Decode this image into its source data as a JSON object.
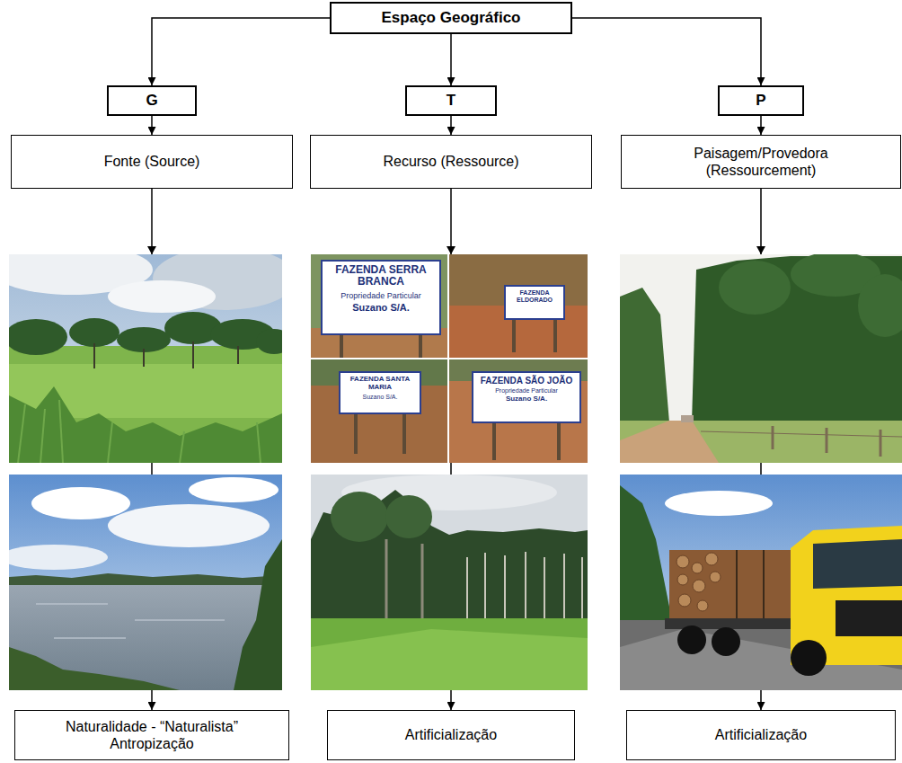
{
  "diagram": {
    "nodes": [
      {
        "text": [
          "Espaço Geográfico"
        ]
      },
      {
        "text": [
          "G"
        ]
      },
      {
        "text": [
          "T"
        ]
      },
      {
        "text": [
          "P"
        ]
      },
      {
        "text": [
          "Fonte (Source)"
        ]
      },
      {
        "text": [
          "Recurso (Ressource)"
        ]
      },
      {
        "text": [
          "Paisagem/Provedora (Ressourcement)"
        ]
      },
      {
        "text": [
          "Naturalidade - “Naturalista” Antropização"
        ]
      },
      {
        "text": [
          "Artificialização"
        ]
      },
      {
        "text": [
          "Artificialização"
        ]
      }
    ],
    "edges": [
      {
        "from": 0,
        "to": 1,
        "arrow": "to"
      },
      {
        "from": 0,
        "to": 2,
        "arrow": "to"
      },
      {
        "from": 0,
        "to": 3,
        "arrow": "to"
      },
      {
        "from": 1,
        "to": 4,
        "arrow": "to"
      },
      {
        "from": 2,
        "to": 5,
        "arrow": "to"
      },
      {
        "from": 3,
        "to": 6,
        "arrow": "to"
      },
      {
        "from": 4,
        "to": 7,
        "arrow": "to"
      },
      {
        "from": 5,
        "to": 8,
        "arrow": "to"
      },
      {
        "from": 6,
        "to": 9,
        "arrow": "to"
      }
    ],
    "labels": [
      "FAZENDA SERRA BRANCA",
      "Propriedade Particular",
      "Suzano S/A.",
      "FAZENDA ELDORADO",
      "FAZENDA SANTA MARIA",
      "Suzano S/A.",
      "FAZENDA SÃO JOÃO",
      "Propriedade Particular",
      "Suzano S/A."
    ]
  }
}
